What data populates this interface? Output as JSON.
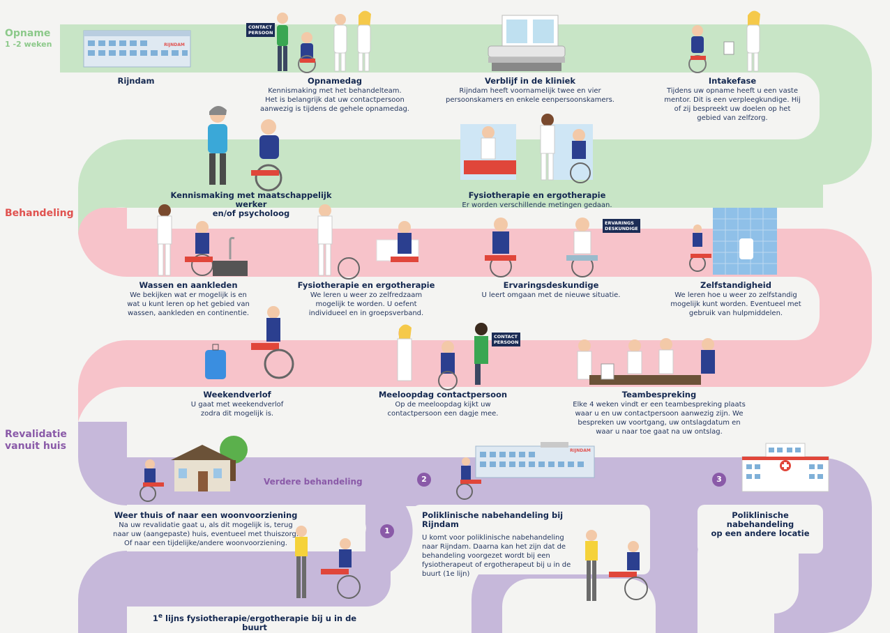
{
  "phases": {
    "opname": {
      "title": "Opname",
      "subtitle": "1 -2 weken"
    },
    "behandeling": {
      "title": "Behandeling"
    },
    "revalidatie": {
      "title_line1": "Revalidatie",
      "title_line2": "vanuit huis"
    }
  },
  "tags": {
    "contact1": [
      "CONTACT",
      "PERSOON"
    ],
    "ervarings": [
      "ERVARINGS",
      "DESKUNDIGE"
    ],
    "contact2": [
      "CONTACT",
      "PERSOON"
    ]
  },
  "building_sign": "RIJNDAM",
  "steps": {
    "rijndam": {
      "title": "Rijndam"
    },
    "opnamedag": {
      "title": "Opnamedag",
      "desc": [
        "Kennismaking met het behandelteam.",
        "Het is belangrijk dat uw contactpersoon",
        "aanwezig is tijdens de gehele opnamedag."
      ]
    },
    "verblijf": {
      "title": "Verblijf in de kliniek",
      "desc": [
        "Rijndam heeft voornamelijk twee en vier",
        "persoonskamers en enkele eenpersoonskamers."
      ]
    },
    "intake": {
      "title": "Intakefase",
      "desc": [
        "Tijdens uw opname heeft u een vaste",
        "mentor. Dit is een verpleegkundige. Hij",
        "of zij bespreekt uw doelen op het",
        "gebied van zelfzorg."
      ]
    },
    "kennismaking": {
      "title": [
        "Kennismaking met maatschappelijk werker",
        "en/of psycholoog"
      ]
    },
    "fysio1": {
      "title": "Fysiotherapie en ergotherapie",
      "desc": [
        "Er worden verschillende metingen gedaan."
      ]
    },
    "wassen": {
      "title": "Wassen en aankleden",
      "desc": [
        "We bekijken wat er mogelijk is en",
        "wat u kunt leren op het gebied van",
        "wassen, aankleden en continentie."
      ]
    },
    "fysio2": {
      "title": "Fysiotherapie en ergotherapie",
      "desc": [
        "We leren u weer zo zelfredzaam",
        "mogelijk te worden. U oefent",
        "individueel en in groepsverband."
      ]
    },
    "ervaring": {
      "title": "Ervaringsdeskundige",
      "desc": [
        "U leert omgaan met de nieuwe situatie."
      ]
    },
    "zelfstandig": {
      "title": "Zelfstandigheid",
      "desc": [
        "We leren hoe u weer zo zelfstandig",
        "mogelijk kunt worden. Eventueel met",
        "gebruik van hulpmiddelen."
      ]
    },
    "weekend": {
      "title": "Weekendverlof",
      "desc": [
        "U gaat met weekendverlof",
        "zodra dit mogelijk is."
      ]
    },
    "meeloop": {
      "title": "Meeloopdag contactpersoon",
      "desc": [
        "Op de meeloopdag kijkt uw",
        "contactpersoon een dagje mee."
      ]
    },
    "team": {
      "title": "Teambespreking",
      "desc": [
        "Elke 4 weken vindt er een teambespreking plaats",
        "waar u en uw contactpersoon aanwezig zijn. We",
        "bespreken uw voortgang, uw ontslagdatum en",
        "waar u naar toe gaat na uw ontslag."
      ]
    },
    "thuis": {
      "title": "Weer thuis of naar een woonvoorziening",
      "desc": [
        "Na uw revalidatie gaat u, als dit mogelijk is, terug",
        "naar uw (aangepaste) huis, eventueel met thuiszorg.",
        "Of naar een tijdelijke/andere woonvoorziening."
      ]
    },
    "verder": {
      "title": "Verdere behandeling"
    },
    "polirijndam": {
      "title": "Poliklinische nabehandeling bij Rijndam",
      "desc": [
        "U komt voor poliklinische nabehandeling",
        "naar Rijndam. Daarna kan het zijn dat de",
        "behandeling voorgezet wordt bij een",
        "fysiotherapeut of ergotherapeut bij u in de",
        "buurt (1e lijn)"
      ]
    },
    "polianders": {
      "title": [
        "Poliklinische nabehandeling",
        "op een andere locatie"
      ]
    },
    "eerstelijn": {
      "title_pre": "1",
      "title_sup": "e",
      "title_post": " lijns fysiotherapie/ergotherapie bij u in de buurt"
    }
  },
  "numbers": [
    "1",
    "2",
    "3"
  ],
  "colors": {
    "background": "#f4f4f2",
    "opname_band": "#c8e5c6",
    "behandeling_band": "#f7c3ca",
    "revalidatie_band": "#c6b8da",
    "navy": "#1d2d5a",
    "green_text": "#8cc98a",
    "red_text": "#e0524f",
    "purple_text": "#8a5aa8"
  }
}
